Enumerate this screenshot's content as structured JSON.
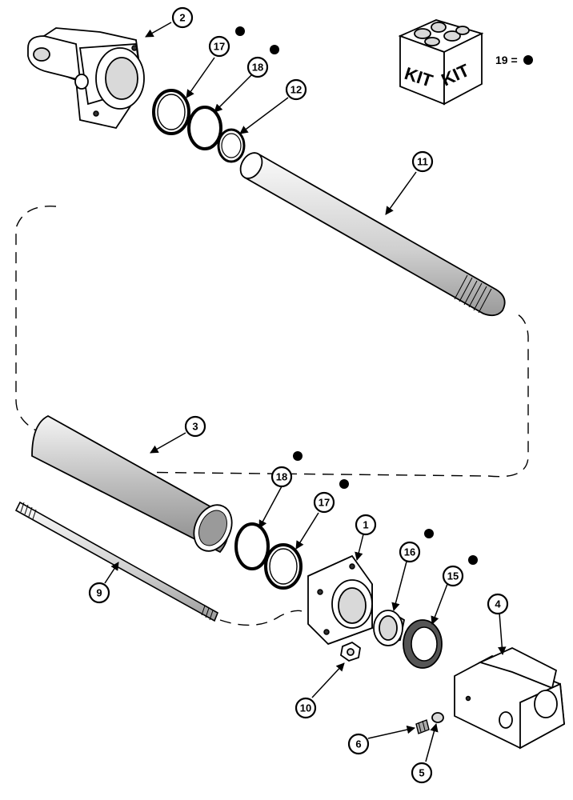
{
  "diagram": {
    "callouts": [
      "1",
      "2",
      "3",
      "4",
      "5",
      "6",
      "9",
      "10",
      "11",
      "12",
      "15",
      "16",
      "17",
      "18",
      "17",
      "18"
    ],
    "kit": {
      "label_left": "KIT",
      "label_right": "KIT",
      "legend_text": "19 ="
    }
  }
}
